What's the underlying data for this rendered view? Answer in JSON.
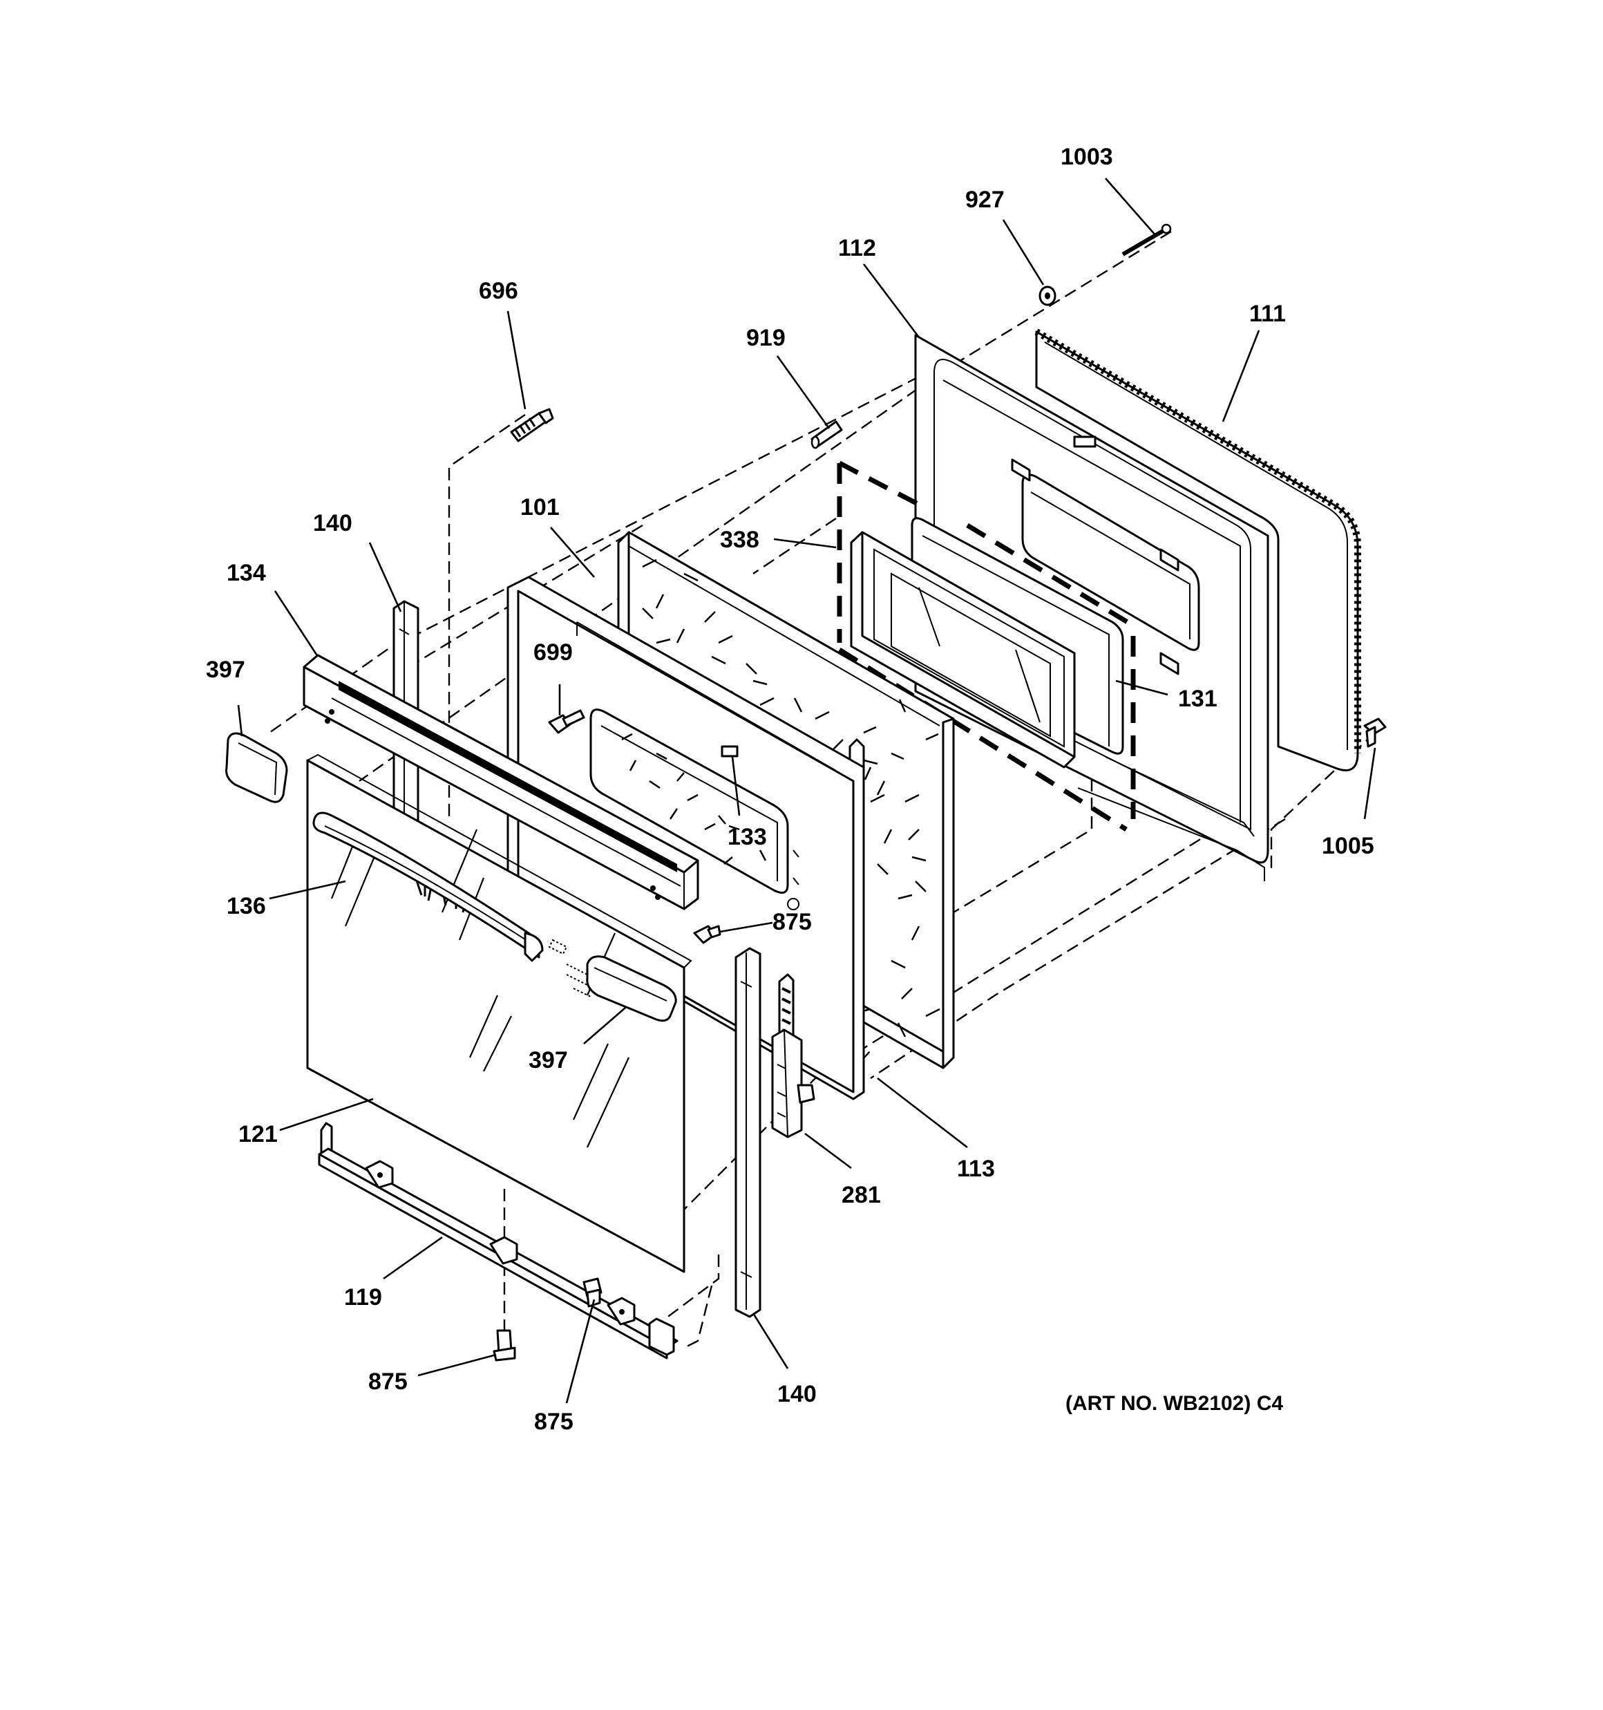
{
  "diagram": {
    "callouts": {
      "c1003": "1003",
      "c927": "927",
      "c112": "112",
      "c111": "111",
      "c696": "696",
      "c919": "919",
      "c140_top": "140",
      "c101": "101",
      "c338": "338",
      "c134": "134",
      "c397_left": "397",
      "c699": "699",
      "c131": "131",
      "c133": "133",
      "c1005": "1005",
      "c136": "136",
      "c875_mid": "875",
      "c397_right": "397",
      "c121": "121",
      "c113": "113",
      "c281": "281",
      "c119": "119",
      "c875_left": "875",
      "c875_bottom": "875",
      "c140_bottom": "140"
    },
    "art_number": "(ART NO. WB2102) C4"
  }
}
